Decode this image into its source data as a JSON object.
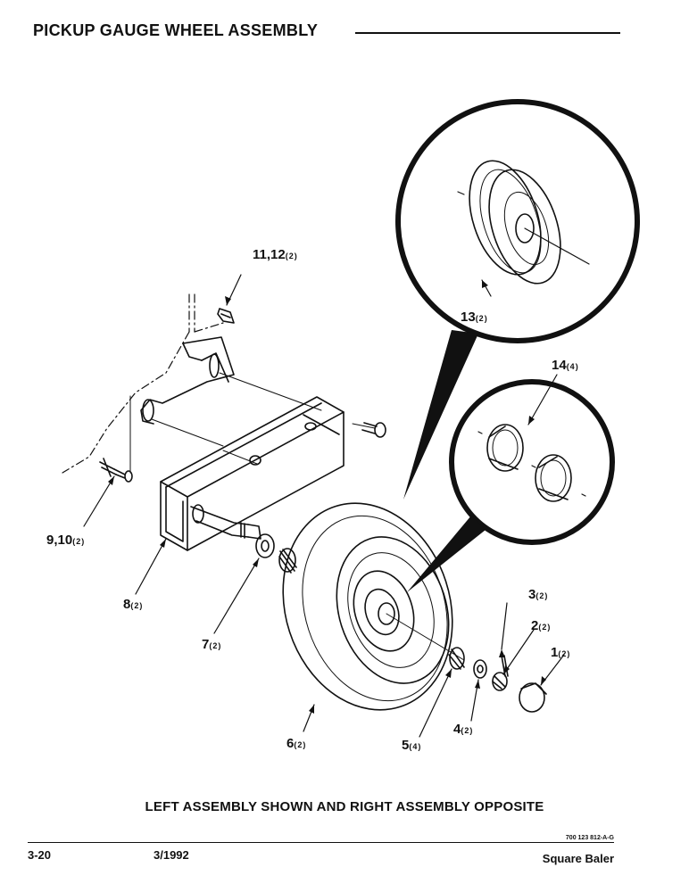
{
  "header": {
    "title": "PICKUP GAUGE WHEEL ASSEMBLY"
  },
  "callouts": [
    {
      "part": "1",
      "qty": "(2)"
    },
    {
      "part": "2",
      "qty": "(2)"
    },
    {
      "part": "3",
      "qty": "(2)"
    },
    {
      "part": "4",
      "qty": "(2)"
    },
    {
      "part": "5",
      "qty": "(4)"
    },
    {
      "part": "6",
      "qty": "(2)"
    },
    {
      "part": "7",
      "qty": "(2)"
    },
    {
      "part": "8",
      "qty": "(2)"
    },
    {
      "part": "9,10",
      "qty": "(2)"
    },
    {
      "part": "11,12",
      "qty": "(2)"
    },
    {
      "part": "13",
      "qty": "(2)"
    },
    {
      "part": "14",
      "qty": "(4)"
    }
  ],
  "caption": "LEFT ASSEMBLY SHOWN AND RIGHT ASSEMBLY OPPOSITE",
  "footer": {
    "page": "3-20",
    "date": "3/1992",
    "doc_code": "700 123 812-A-G",
    "product": "Square Baler"
  }
}
